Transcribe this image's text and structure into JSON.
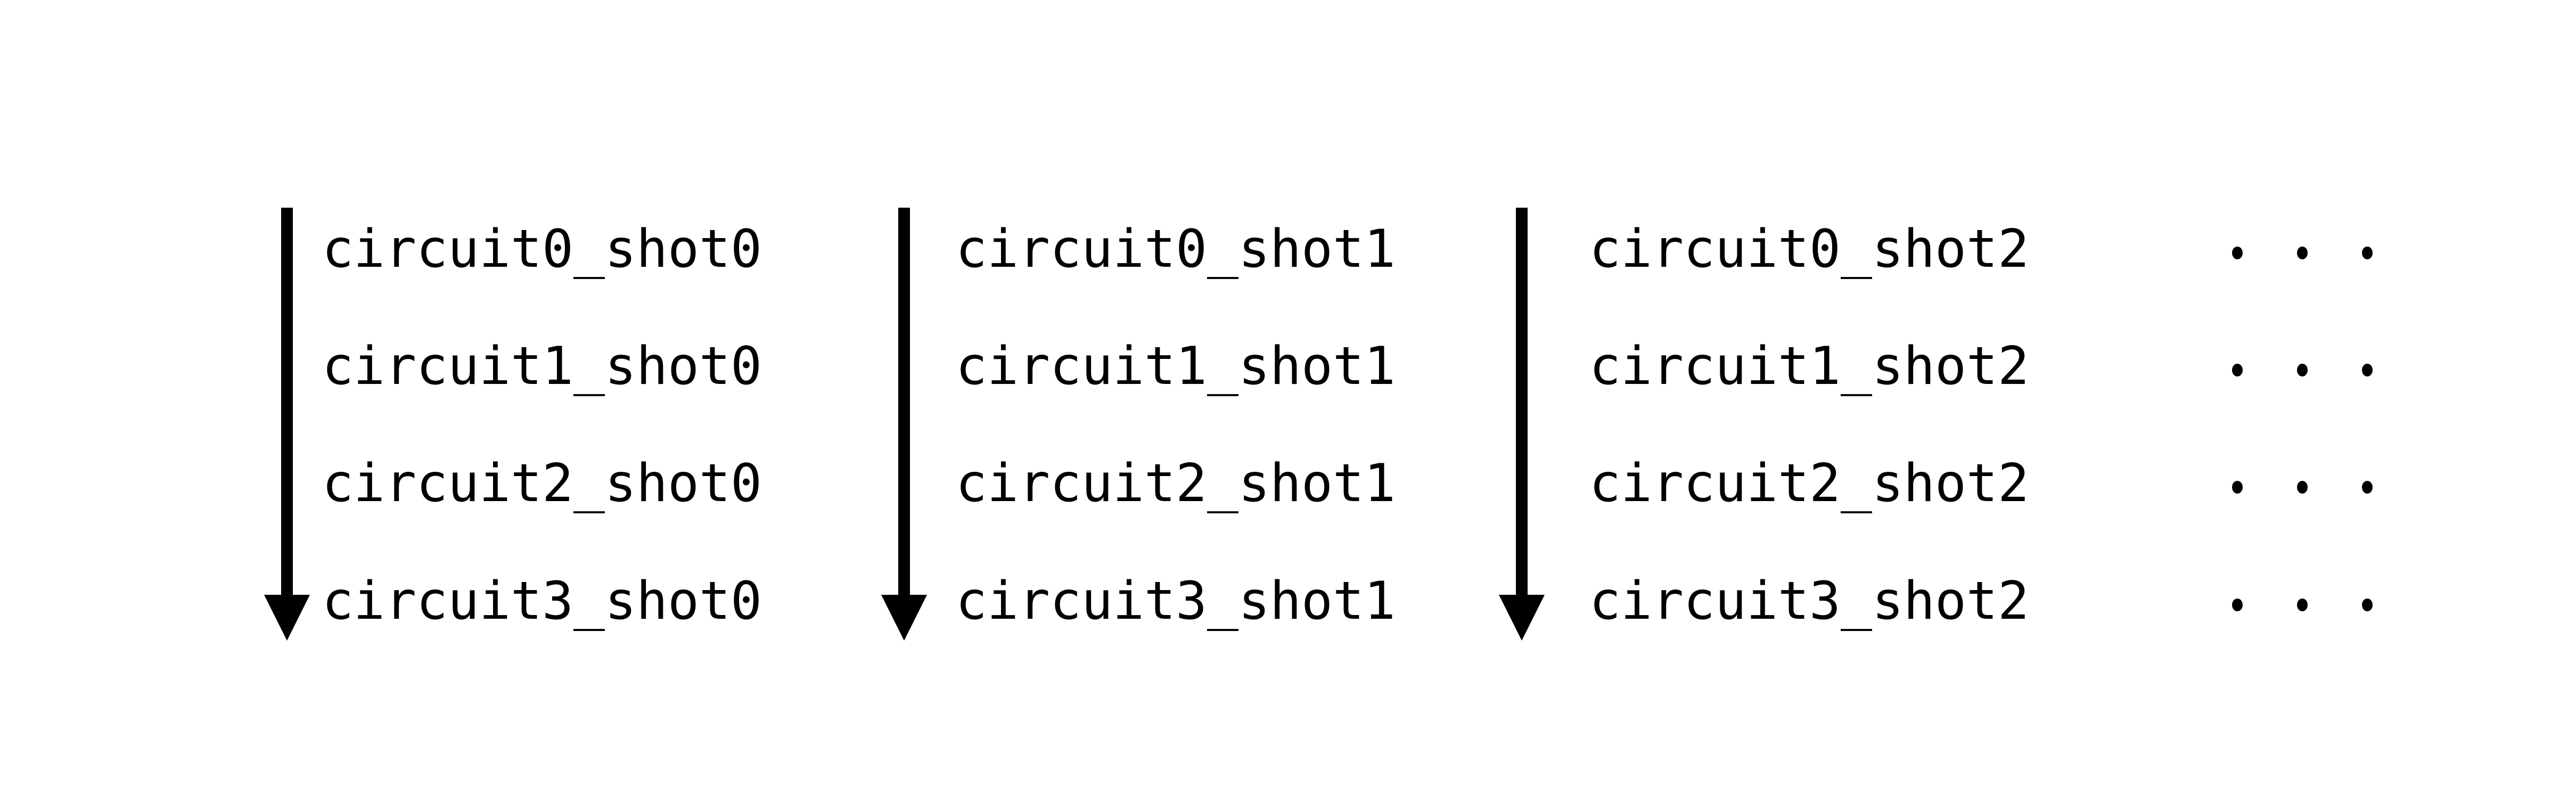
{
  "page": {
    "background": "#ffffff",
    "ink": "#000000"
  },
  "diagram": {
    "columns": [
      {
        "labels": [
          "circuit0_shot0",
          "circuit1_shot0",
          "circuit2_shot0",
          "circuit3_shot0"
        ]
      },
      {
        "labels": [
          "circuit0_shot1",
          "circuit1_shot1",
          "circuit2_shot1",
          "circuit3_shot1"
        ]
      },
      {
        "labels": [
          "circuit0_shot2",
          "circuit1_shot2",
          "circuit2_shot2",
          "circuit3_shot2"
        ]
      }
    ],
    "ellipsis_rows": 4,
    "ellipsis_dots_per_row": 3
  }
}
